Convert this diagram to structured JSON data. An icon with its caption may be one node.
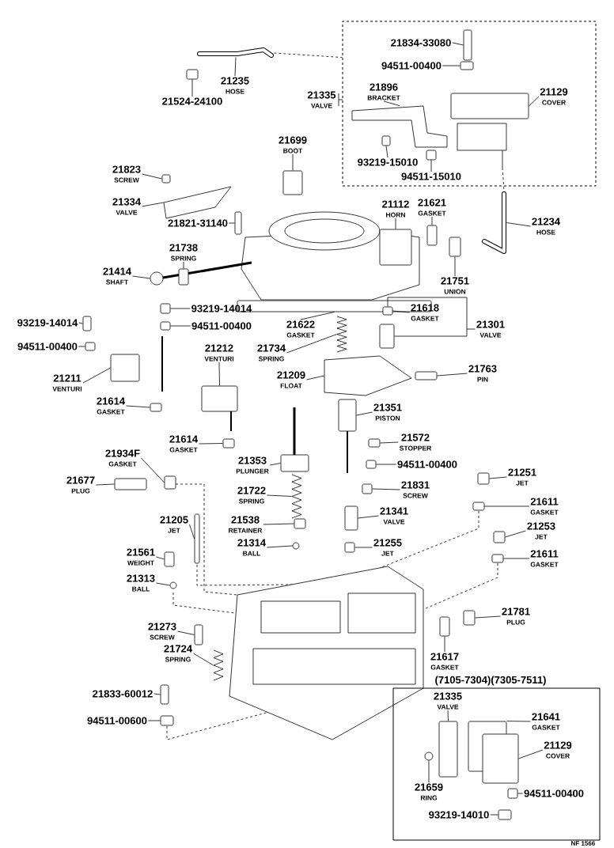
{
  "diagram": {
    "nodes": [
      {
        "text": [
          "21335",
          "VALVE"
        ]
      },
      {
        "text": [
          "21834-33080"
        ],
        "in": 0
      },
      {
        "text": [
          "94511-00400"
        ],
        "in": 0
      },
      {
        "text": [
          "21896",
          "BRACKET"
        ],
        "in": 0
      },
      {
        "text": [
          "21129",
          "COVER"
        ],
        "in": 0
      },
      {
        "text": [
          "93219-15010"
        ],
        "in": 0
      },
      {
        "text": [
          "94511-15010"
        ],
        "in": 0
      },
      {
        "text": [
          "21235",
          "HOSE"
        ]
      },
      {
        "text": [
          "21524-24100"
        ]
      },
      {
        "text": [
          "21699",
          "BOOT"
        ]
      },
      {
        "text": [
          "21823",
          "SCREW"
        ]
      },
      {
        "text": [
          "21334",
          "VALVE"
        ]
      },
      {
        "text": [
          "21821-31140"
        ]
      },
      {
        "text": [
          "21112",
          "HORN"
        ]
      },
      {
        "text": [
          "21621",
          "GASKET"
        ]
      },
      {
        "text": [
          "21234",
          "HOSE"
        ]
      },
      {
        "text": [
          "21738",
          "SPRING"
        ]
      },
      {
        "text": [
          "21414",
          "SHAFT"
        ]
      },
      {
        "text": [
          "21751",
          "UNION"
        ]
      },
      {
        "text": [
          "93219-14014"
        ]
      },
      {
        "text": [
          "93219-14014"
        ]
      },
      {
        "text": [
          "94511-00400"
        ]
      },
      {
        "text": [
          "94511-00400"
        ]
      },
      {
        "text": [
          "21622",
          "GASKET"
        ]
      },
      {
        "text": [
          "21618",
          "GASKET"
        ]
      },
      {
        "text": [
          "21301",
          "VALVE"
        ]
      },
      {
        "text": [
          "21734",
          "SPRING"
        ]
      },
      {
        "text": [
          "21212",
          "VENTURI"
        ]
      },
      {
        "text": [
          "21211",
          "VENTURI"
        ]
      },
      {
        "text": [
          "21209",
          "FLOAT"
        ]
      },
      {
        "text": [
          "21763",
          "PIN"
        ]
      },
      {
        "text": [
          "21614",
          "GASKET"
        ]
      },
      {
        "text": [
          "21351",
          "PISTON"
        ]
      },
      {
        "text": [
          "21614",
          "GASKET"
        ]
      },
      {
        "text": [
          "21572",
          "STOPPER"
        ]
      },
      {
        "text": [
          "21934F",
          "GASKET"
        ]
      },
      {
        "text": [
          "21353",
          "PLUNGER"
        ]
      },
      {
        "text": [
          "94511-00400"
        ]
      },
      {
        "text": [
          "21677",
          "PLUG"
        ]
      },
      {
        "text": [
          "21251",
          "JET"
        ]
      },
      {
        "text": [
          "21831",
          "SCREW"
        ]
      },
      {
        "text": [
          "21722",
          "SPRING"
        ]
      },
      {
        "text": [
          "21611",
          "GASKET"
        ]
      },
      {
        "text": [
          "21205",
          "JET"
        ]
      },
      {
        "text": [
          "21341",
          "VALVE"
        ]
      },
      {
        "text": [
          "21538",
          "RETAINER"
        ]
      },
      {
        "text": [
          "21253",
          "JET"
        ]
      },
      {
        "text": [
          "21255",
          "JET"
        ]
      },
      {
        "text": [
          "21314",
          "BALL"
        ]
      },
      {
        "text": [
          "21611",
          "GASKET"
        ]
      },
      {
        "text": [
          "21561",
          "WEIGHT"
        ]
      },
      {
        "text": [
          "21313",
          "BALL"
        ]
      },
      {
        "text": [
          "21781",
          "PLUG"
        ]
      },
      {
        "text": [
          "21273",
          "SCREW"
        ]
      },
      {
        "text": [
          "21617",
          "GASKET"
        ]
      },
      {
        "text": [
          "21724",
          "SPRING"
        ]
      },
      {
        "text": [
          "21833-60012"
        ]
      },
      {
        "text": [
          "94511-00600"
        ]
      },
      {
        "text": [
          "(7105-7304)(7305-7511)"
        ]
      },
      {
        "text": [
          "21335",
          "VALVE"
        ],
        "in": 58
      },
      {
        "text": [
          "21641",
          "GASKET"
        ],
        "in": 58
      },
      {
        "text": [
          "21129",
          "COVER"
        ],
        "in": 58
      },
      {
        "text": [
          "21659",
          "RING"
        ],
        "in": 58
      },
      {
        "text": [
          "94511-00400"
        ],
        "in": 58
      },
      {
        "text": [
          "93219-14010"
        ],
        "in": 58
      },
      {
        "text": [],
        "shape": "box",
        "in": 0
      },
      {
        "text": [],
        "shape": "box",
        "in": 0
      },
      {
        "text": [],
        "shape": "picture",
        "in": 0
      },
      {
        "text": [],
        "shape": "box",
        "in": 0
      },
      {
        "text": [],
        "shape": "box",
        "in": 0
      },
      {
        "text": [],
        "shape": "box",
        "in": 0
      },
      {
        "text": [],
        "shape": "picture"
      },
      {
        "text": [],
        "shape": "box"
      },
      {
        "text": [],
        "shape": "box"
      },
      {
        "text": [],
        "shape": "box"
      },
      {
        "text": [],
        "shape": "picture"
      },
      {
        "text": [],
        "shape": "box"
      },
      {
        "text": [],
        "shape": "box"
      },
      {
        "text": [],
        "shape": "box"
      },
      {
        "text": [],
        "shape": "picture"
      },
      {
        "text": [],
        "shape": "box"
      },
      {
        "text": [],
        "shape": "circle"
      },
      {
        "text": [],
        "shape": "box"
      },
      {
        "text": [],
        "shape": "box"
      },
      {
        "text": [],
        "shape": "box"
      },
      {
        "text": [],
        "shape": "box"
      },
      {
        "text": [],
        "shape": "box"
      },
      {
        "text": [],
        "shape": "box"
      },
      {
        "text": [],
        "shape": "box"
      },
      {
        "text": [],
        "shape": "box"
      },
      {
        "text": [],
        "shape": "picture"
      },
      {
        "text": [],
        "shape": "box"
      },
      {
        "text": [],
        "shape": "box"
      },
      {
        "text": [],
        "shape": "picture"
      },
      {
        "text": [],
        "shape": "box"
      },
      {
        "text": [],
        "shape": "box"
      },
      {
        "text": [],
        "shape": "box"
      },
      {
        "text": [],
        "shape": "box"
      },
      {
        "text": [],
        "shape": "box"
      },
      {
        "text": [],
        "shape": "box"
      },
      {
        "text": [],
        "shape": "box"
      },
      {
        "text": [],
        "shape": "box"
      },
      {
        "text": [],
        "shape": "box"
      },
      {
        "text": [],
        "shape": "box"
      },
      {
        "text": [],
        "shape": "box"
      },
      {
        "text": [],
        "shape": "picture"
      },
      {
        "text": [],
        "shape": "box"
      },
      {
        "text": [],
        "shape": "box"
      },
      {
        "text": [],
        "shape": "box"
      },
      {
        "text": [],
        "shape": "box"
      },
      {
        "text": [],
        "shape": "box"
      },
      {
        "text": [],
        "shape": "box"
      },
      {
        "text": [],
        "shape": "circle"
      },
      {
        "text": [],
        "shape": "box"
      },
      {
        "text": [],
        "shape": "box"
      },
      {
        "text": [],
        "shape": "circle"
      },
      {
        "text": [],
        "shape": "box"
      },
      {
        "text": [],
        "shape": "box"
      },
      {
        "text": [],
        "shape": "box"
      },
      {
        "text": [],
        "shape": "picture"
      },
      {
        "text": [],
        "shape": "box"
      },
      {
        "text": [],
        "shape": "box"
      },
      {
        "text": [],
        "shape": "box",
        "in": 58
      },
      {
        "text": [],
        "shape": "box",
        "in": 58
      },
      {
        "text": [],
        "shape": "box",
        "in": 58
      },
      {
        "text": [],
        "shape": "circle",
        "in": 58
      },
      {
        "text": [],
        "shape": "box",
        "in": 58
      },
      {
        "text": [],
        "shape": "box",
        "in": 58
      }
    ],
    "edges": [
      {
        "from": 1,
        "to": 65,
        "arrow": "none"
      },
      {
        "from": 2,
        "to": 66,
        "arrow": "none"
      },
      {
        "from": 3,
        "to": 67,
        "arrow": "none"
      },
      {
        "from": 4,
        "to": 68,
        "arrow": "none"
      },
      {
        "from": 5,
        "to": 69,
        "arrow": "none"
      },
      {
        "from": 6,
        "to": 70,
        "arrow": "none"
      },
      {
        "from": 7,
        "to": 71,
        "arrow": "none"
      },
      {
        "from": 8,
        "to": 72,
        "arrow": "none"
      },
      {
        "from": 9,
        "to": 73,
        "arrow": "none"
      },
      {
        "from": 10,
        "to": 74,
        "arrow": "none"
      },
      {
        "from": 11,
        "to": 75,
        "arrow": "none"
      },
      {
        "from": 12,
        "to": 76,
        "arrow": "none"
      },
      {
        "from": 13,
        "to": 77,
        "arrow": "none"
      },
      {
        "from": 14,
        "to": 78,
        "arrow": "none"
      },
      {
        "from": 15,
        "to": 79,
        "arrow": "none"
      },
      {
        "from": 16,
        "to": 80,
        "arrow": "none"
      },
      {
        "from": 17,
        "to": 81,
        "arrow": "none"
      },
      {
        "from": 18,
        "to": 82,
        "arrow": "none"
      },
      {
        "from": 19,
        "to": 83,
        "arrow": "none"
      },
      {
        "from": 20,
        "to": 84,
        "arrow": "none"
      },
      {
        "from": 21,
        "to": 85,
        "arrow": "none"
      },
      {
        "from": 22,
        "to": 86,
        "arrow": "none"
      },
      {
        "from": 23,
        "to": 87,
        "arrow": "none"
      },
      {
        "from": 24,
        "to": 88,
        "arrow": "none"
      },
      {
        "from": 25,
        "to": 88,
        "arrow": "none"
      },
      {
        "from": 25,
        "to": 89,
        "arrow": "none"
      },
      {
        "from": 26,
        "to": 90,
        "arrow": "none"
      },
      {
        "from": 27,
        "to": 91,
        "arrow": "none"
      },
      {
        "from": 28,
        "to": 92,
        "arrow": "none"
      },
      {
        "from": 29,
        "to": 93,
        "arrow": "none"
      },
      {
        "from": 30,
        "to": 94,
        "arrow": "none"
      },
      {
        "from": 31,
        "to": 95,
        "arrow": "none"
      },
      {
        "from": 32,
        "to": 96,
        "arrow": "none"
      },
      {
        "from": 33,
        "to": 97,
        "arrow": "none"
      },
      {
        "from": 34,
        "to": 98,
        "arrow": "none"
      },
      {
        "from": 35,
        "to": 99,
        "arrow": "none"
      },
      {
        "from": 36,
        "to": 100,
        "arrow": "none"
      },
      {
        "from": 37,
        "to": 101,
        "arrow": "none"
      },
      {
        "from": 38,
        "to": 102,
        "arrow": "none"
      },
      {
        "from": 39,
        "to": 103,
        "arrow": "none"
      },
      {
        "from": 40,
        "to": 104,
        "arrow": "none"
      },
      {
        "from": 41,
        "to": 105,
        "arrow": "none"
      },
      {
        "from": 42,
        "to": 106,
        "arrow": "none"
      },
      {
        "from": 43,
        "to": 107,
        "arrow": "none"
      },
      {
        "from": 44,
        "to": 108,
        "arrow": "none"
      },
      {
        "from": 45,
        "to": 109,
        "arrow": "none"
      },
      {
        "from": 46,
        "to": 110,
        "arrow": "none"
      },
      {
        "from": 47,
        "to": 111,
        "arrow": "none"
      },
      {
        "from": 48,
        "to": 112,
        "arrow": "none"
      },
      {
        "from": 49,
        "to": 113,
        "arrow": "none"
      },
      {
        "from": 50,
        "to": 114,
        "arrow": "none"
      },
      {
        "from": 51,
        "to": 115,
        "arrow": "none"
      },
      {
        "from": 52,
        "to": 116,
        "arrow": "none"
      },
      {
        "from": 53,
        "to": 117,
        "arrow": "none"
      },
      {
        "from": 54,
        "to": 118,
        "arrow": "none"
      },
      {
        "from": 55,
        "to": 119,
        "arrow": "none"
      },
      {
        "from": 56,
        "to": 120,
        "arrow": "none"
      },
      {
        "from": 57,
        "to": 121,
        "arrow": "none"
      },
      {
        "from": 59,
        "to": 122,
        "arrow": "none"
      },
      {
        "from": 60,
        "to": 123,
        "arrow": "none"
      },
      {
        "from": 61,
        "to": 124,
        "arrow": "none"
      },
      {
        "from": 62,
        "to": 125,
        "arrow": "none"
      },
      {
        "from": 63,
        "to": 126,
        "arrow": "none"
      },
      {
        "from": 64,
        "to": 127,
        "arrow": "none"
      },
      {
        "from": 71,
        "to": 0,
        "arrow": "none",
        "style": "dashed"
      }
    ],
    "labels": [
      "NF 1566"
    ]
  }
}
